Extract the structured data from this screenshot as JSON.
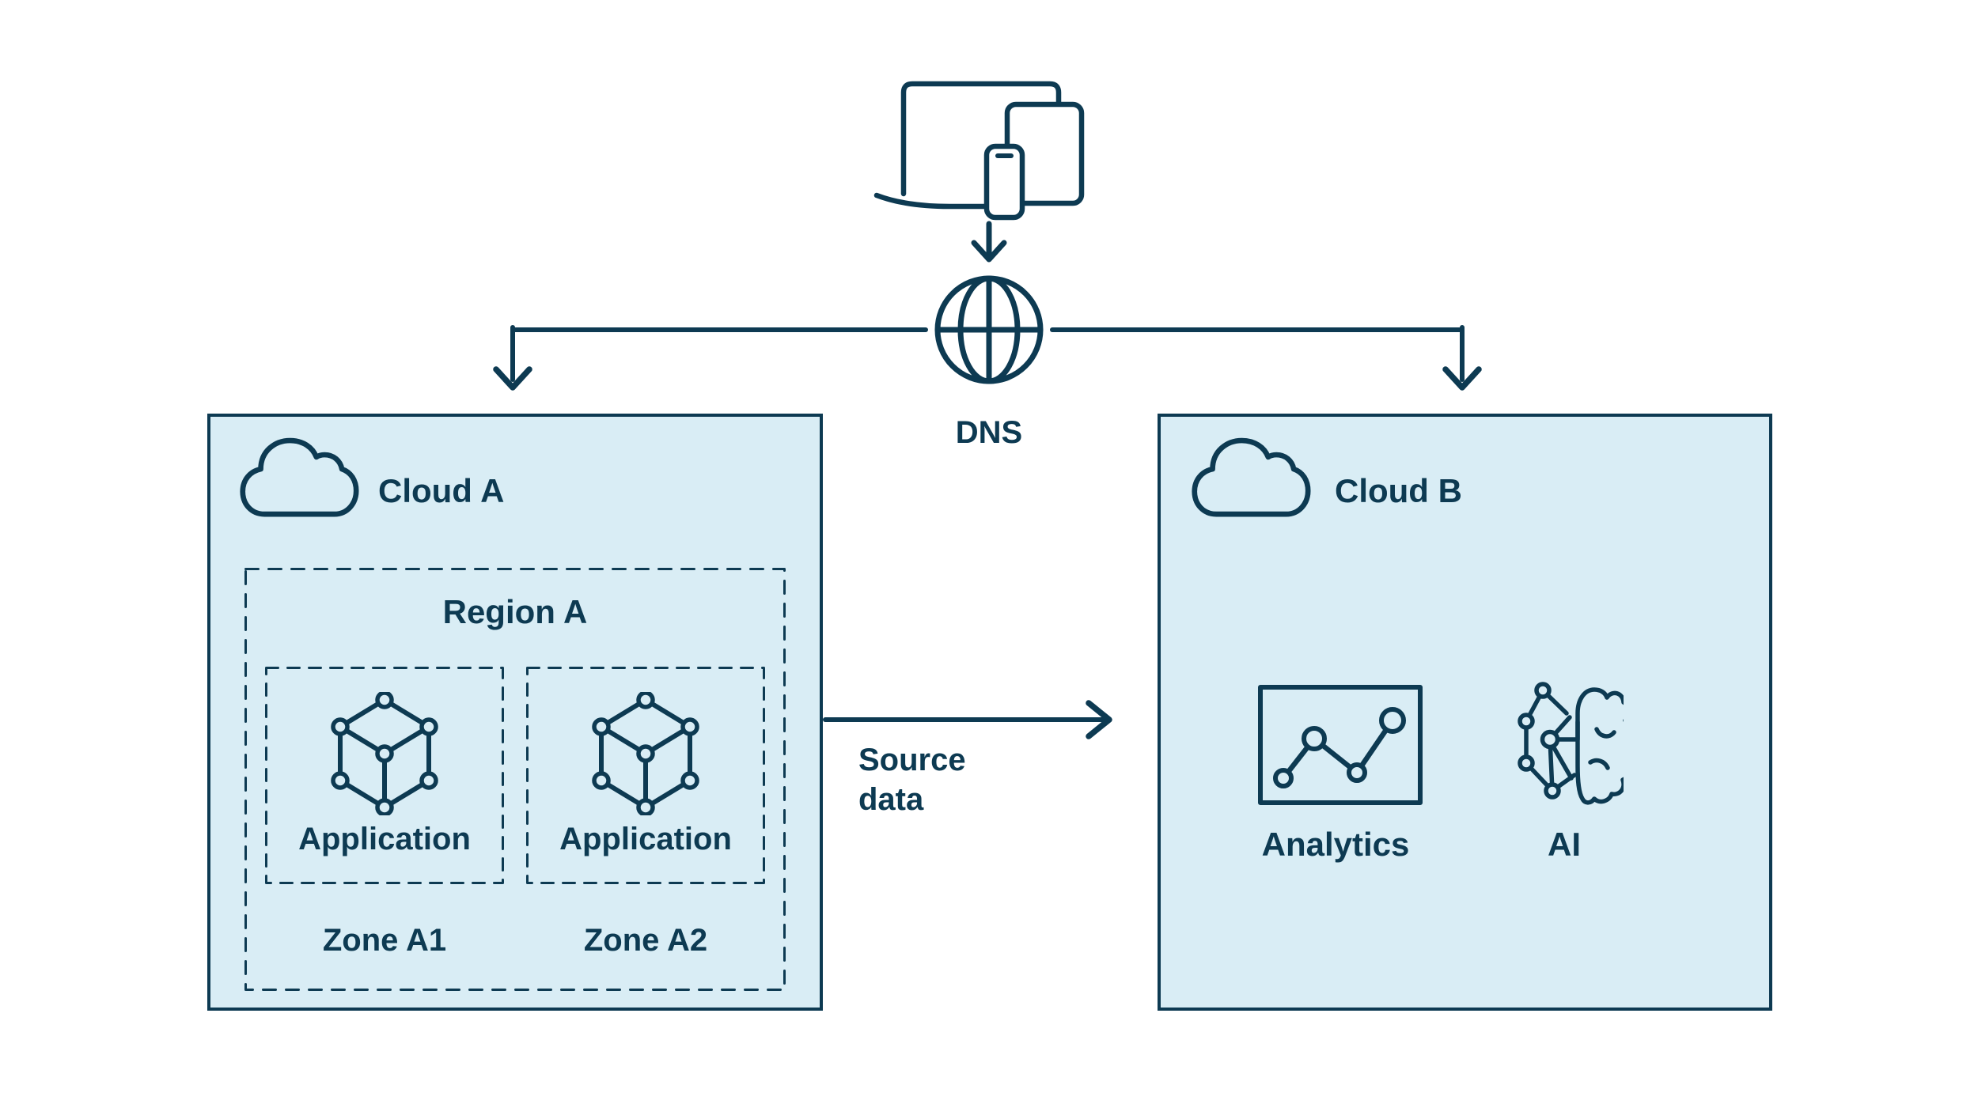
{
  "colors": {
    "outline_navy": "#0d3a52",
    "panel_fill": "#d9edf5",
    "background": "#ffffff"
  },
  "client": {
    "icon": "devices-icon"
  },
  "dns": {
    "label": "DNS",
    "icon": "globe-icon"
  },
  "cloud_a": {
    "title": "Cloud A",
    "icon": "cloud-icon",
    "region": {
      "title": "Region A",
      "zones": [
        {
          "name": "Zone A1",
          "app": {
            "label": "Application",
            "icon": "cube-network-icon"
          }
        },
        {
          "name": "Zone A2",
          "app": {
            "label": "Application",
            "icon": "cube-network-icon"
          }
        }
      ]
    }
  },
  "transfer": {
    "line1": "Source",
    "line2": "data"
  },
  "cloud_b": {
    "title": "Cloud B",
    "icon": "cloud-icon",
    "services": [
      {
        "label": "Analytics",
        "icon": "line-chart-icon"
      },
      {
        "label": "AI",
        "icon": "ai-brain-icon"
      }
    ]
  }
}
